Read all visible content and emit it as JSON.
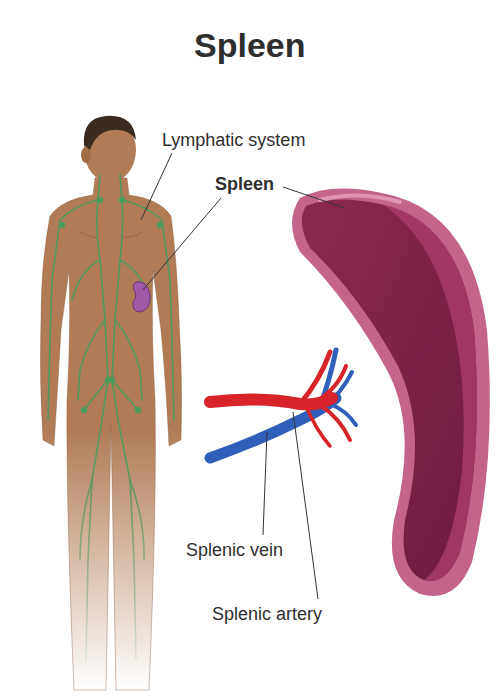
{
  "diagram": {
    "title": "Spleen",
    "labels": [
      "Lymphatic system",
      "Spleen",
      "Splenic vein",
      "Splenic artery"
    ]
  }
}
